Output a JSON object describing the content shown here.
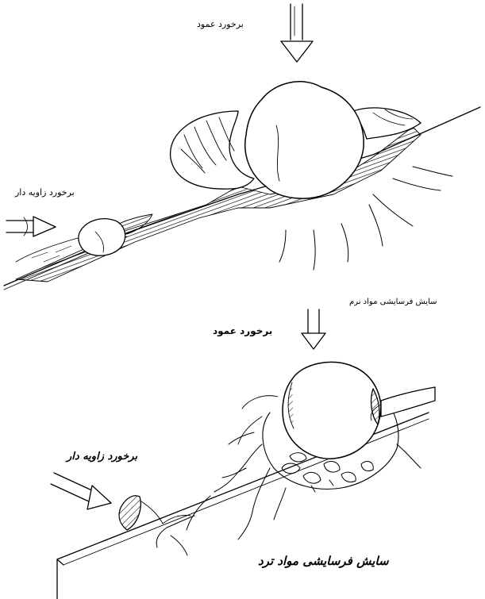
{
  "top_panel": {
    "normal_impact_label": "برخورد عمود",
    "angled_impact_label": "برخورد زاویه دار",
    "caption": "سایش فرسایشی مواد نرم"
  },
  "bottom_panel": {
    "normal_impact_label": "برخورد عمود",
    "angled_impact_label": "برخورد زاویه دار",
    "caption": "سایش فرسایشی مواد ترد"
  },
  "colors": {
    "ink": "#000000",
    "paper": "#ffffff"
  }
}
